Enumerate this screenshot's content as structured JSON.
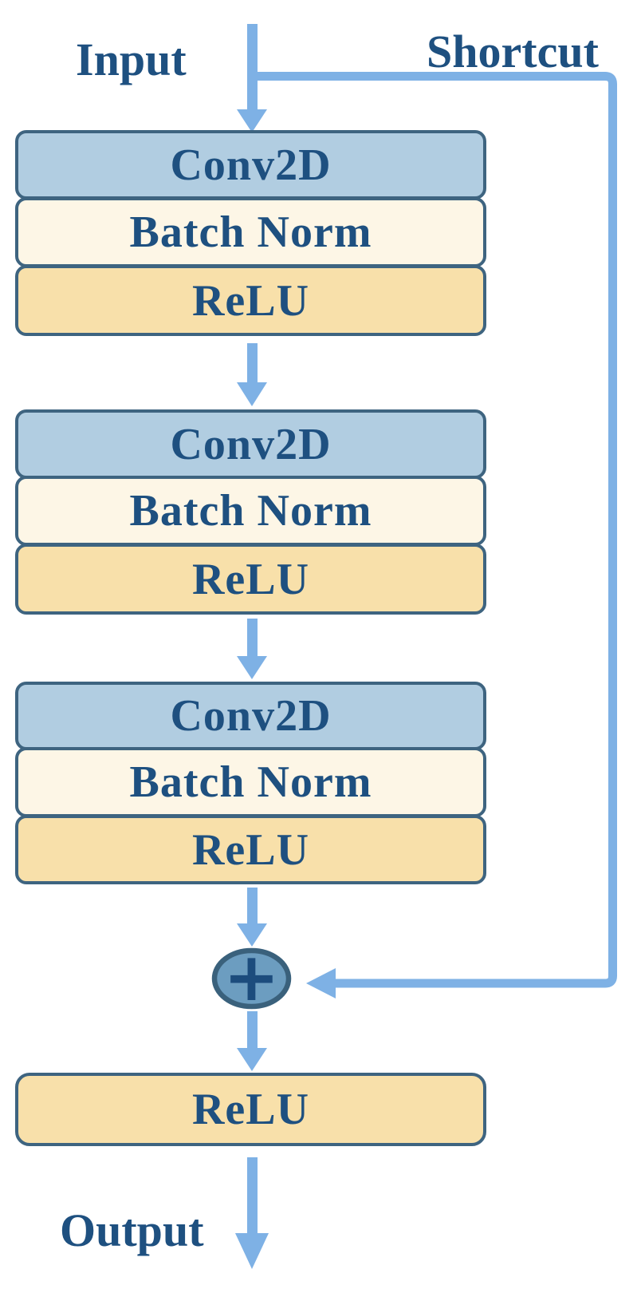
{
  "labels": {
    "input": "Input",
    "shortcut": "Shortcut",
    "output": "Output",
    "plus": "+"
  },
  "groups": [
    {
      "blocks": [
        {
          "label": "Conv2D"
        },
        {
          "label": "Batch Norm"
        },
        {
          "label": "ReLU"
        }
      ]
    },
    {
      "blocks": [
        {
          "label": "Conv2D"
        },
        {
          "label": "Batch Norm"
        },
        {
          "label": "ReLU"
        }
      ]
    },
    {
      "blocks": [
        {
          "label": "Conv2D"
        },
        {
          "label": "Batch Norm"
        },
        {
          "label": "ReLU"
        }
      ]
    }
  ],
  "final_block": {
    "label": "ReLU"
  },
  "colors": {
    "conv_fill": "#B1CDE1",
    "bn_fill": "#FDF6E6",
    "relu_fill": "#F8E0AA",
    "block_border": "#3E6480",
    "arrow": "#7EB1E5",
    "text": "#1E5080",
    "plus_fill": "#6C9DC0",
    "plus_border": "#3A617C",
    "plus_text": "#1C4C7D",
    "bg": "#FFFFFF"
  }
}
